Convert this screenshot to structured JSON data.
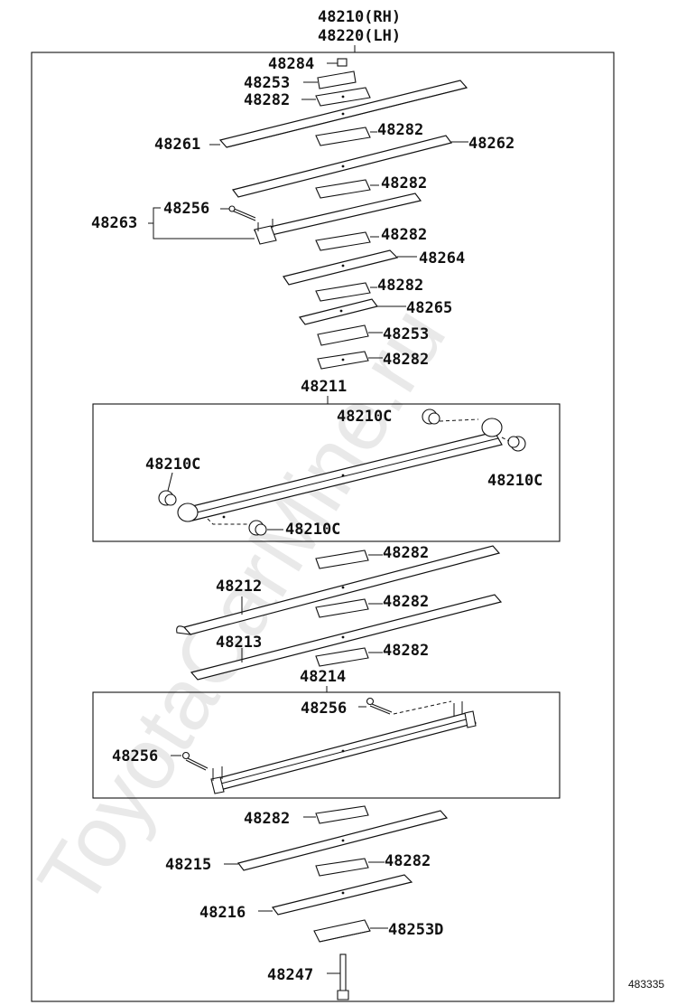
{
  "diagram": {
    "title_rh": "48210(RH)",
    "title_lh": "48220(LH)",
    "watermark": "ToyotaCarMine.ru",
    "ref_code": "483335",
    "labels": {
      "p48284": "48284",
      "p48253_top": "48253",
      "p48282_a": "48282",
      "p48261": "48261",
      "p48282_b": "48282",
      "p48262": "48262",
      "p48282_c": "48282",
      "p48263": "48263",
      "p48256_a": "48256",
      "p48282_d": "48282",
      "p48264": "48264",
      "p48282_e": "48282",
      "p48265": "48265",
      "p48253_mid": "48253",
      "p48282_f": "48282",
      "p48211": "48211",
      "p48210c_a": "48210C",
      "p48210c_b": "48210C",
      "p48210c_c": "48210C",
      "p48210c_d": "48210C",
      "p48282_g": "48282",
      "p48212": "48212",
      "p48282_h": "48282",
      "p48213": "48213",
      "p48282_i": "48282",
      "p48214": "48214",
      "p48256_b": "48256",
      "p48256_c": "48256",
      "p48282_j": "48282",
      "p48215": "48215",
      "p48282_k": "48282",
      "p48216": "48216",
      "p48253d": "48253D",
      "p48247": "48247"
    }
  }
}
